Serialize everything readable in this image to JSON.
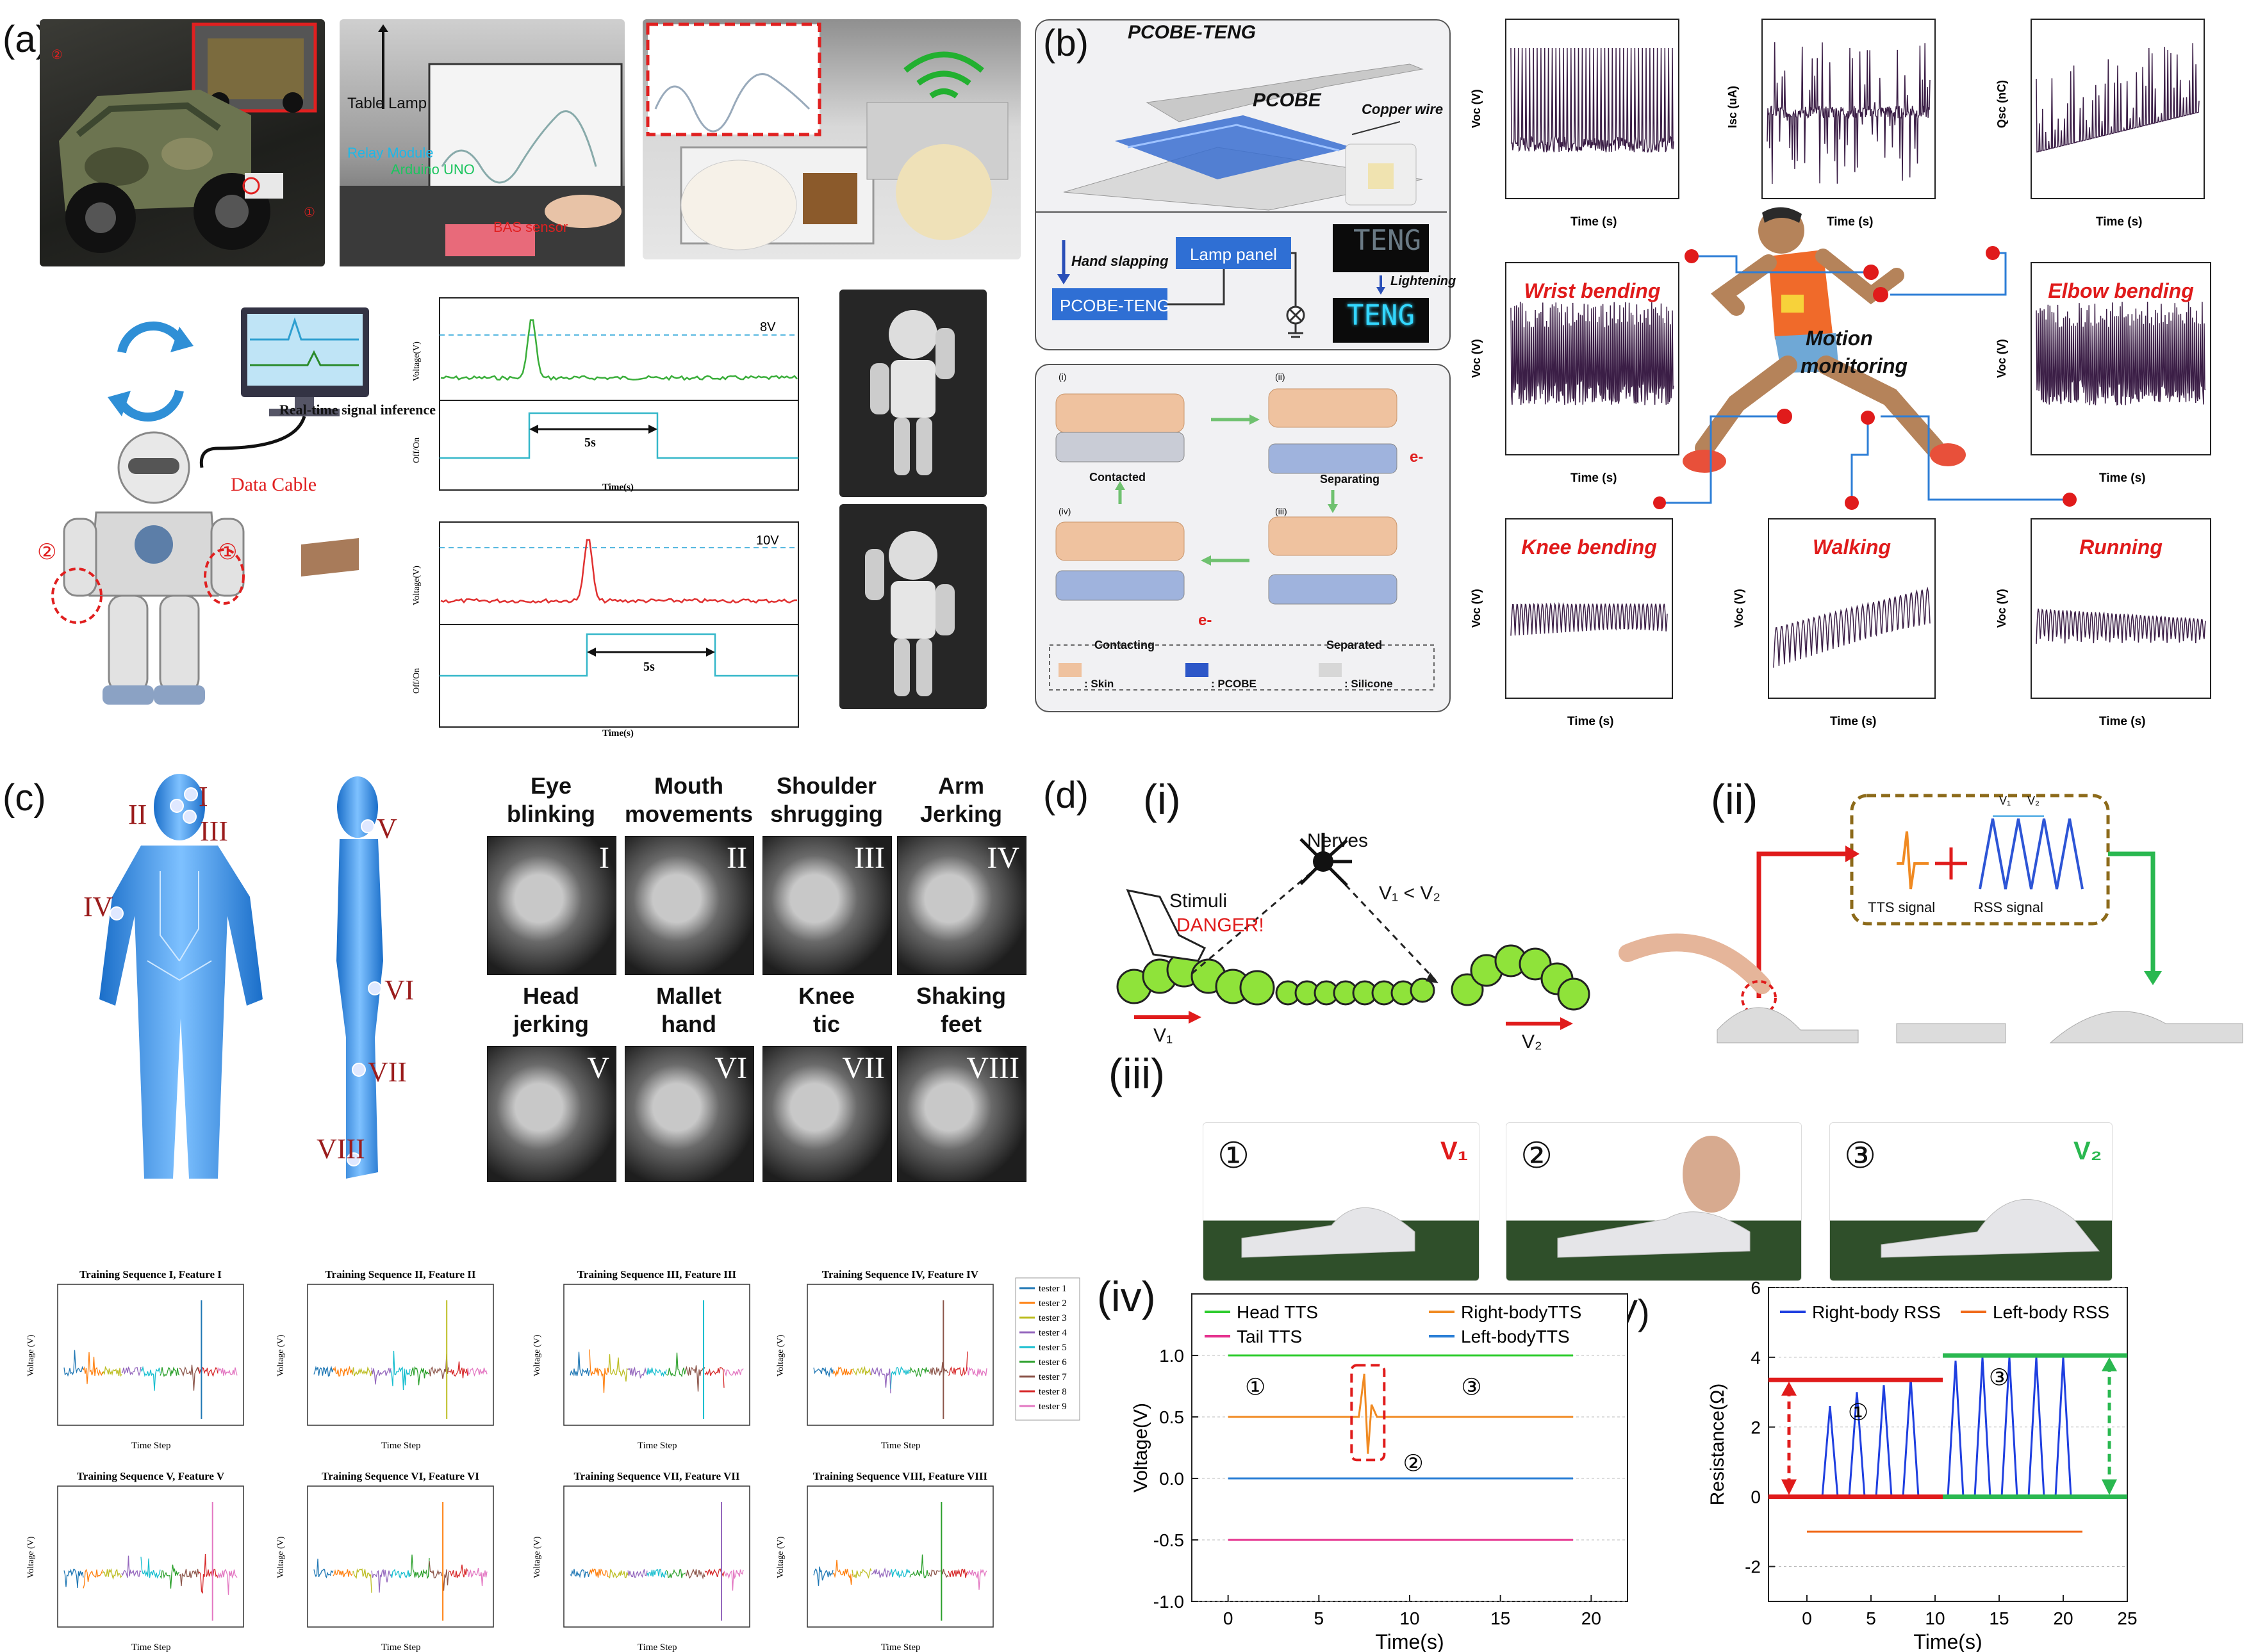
{
  "panels": {
    "a": "(a)",
    "b": "(b)",
    "c": "(c)",
    "d": "(d)"
  },
  "panel_a": {
    "table_lamp": "Table Lamp",
    "relay_module": "Relay Module",
    "arduino_uno": "Arduino UNO",
    "bas_sensor": "BAS sensor",
    "realtime": "Real-time signal inference",
    "data_cable": "Data Cable",
    "marker1": "①",
    "marker2": "②",
    "top_chart": {
      "threshold": "8V",
      "duration": "5s",
      "ylabel1": "Voltage(V)",
      "ylabel2": "Off/On",
      "xlabel": "Time(s)"
    },
    "bottom_chart": {
      "threshold": "10V",
      "duration": "5s",
      "ylabel1": "Voltage(V)",
      "ylabel2": "Off/On",
      "xlabel": "Time(s)"
    }
  },
  "panel_b": {
    "device_title": "PCOBE-TENG",
    "pcobe": "PCOBE",
    "copper_wire": "Copper wire",
    "hand_slapping": "Hand slapping",
    "pcobe_teng": "PCOBE-TENG",
    "lamp_panel": "Lamp panel",
    "lightening": "Lightening",
    "teng": "TENG",
    "steps": [
      "(i)",
      "(ii)",
      "(iii)",
      "(iv)"
    ],
    "contacted": "Contacted",
    "separating": "Separating",
    "separated": "Separated",
    "contacting": "Contacting",
    "legend": {
      "skin": ": Skin",
      "pcobe": ": PCOBE",
      "silicone": ": Silicone"
    },
    "electron": "e-",
    "motion": "Motion",
    "monitoring": "monitoring",
    "labels": {
      "wrist": "Wrist bending",
      "elbow": "Elbow bending",
      "knee": "Knee bending",
      "walking": "Walking",
      "running": "Running"
    },
    "ylabels": {
      "voc": "Voc (V)",
      "isc": "Isc (uA)",
      "qsc": "Qsc (nC)"
    },
    "xlabel": "Time (s)"
  },
  "panel_c": {
    "roman": [
      "I",
      "II",
      "III",
      "IV",
      "V",
      "VI",
      "VII",
      "VIII"
    ],
    "gestures": [
      {
        "l1": "Eye",
        "l2": "blinking",
        "tag": "I"
      },
      {
        "l1": "Mouth",
        "l2": "movements",
        "tag": "II"
      },
      {
        "l1": "Shoulder",
        "l2": "shrugging",
        "tag": "III"
      },
      {
        "l1": "Arm",
        "l2": "Jerking",
        "tag": "IV"
      },
      {
        "l1": "Head",
        "l2": "jerking",
        "tag": "V"
      },
      {
        "l1": "Mallet",
        "l2": "hand",
        "tag": "VI"
      },
      {
        "l1": "Knee",
        "l2": "tic",
        "tag": "VII"
      },
      {
        "l1": "Shaking",
        "l2": "feet",
        "tag": "VIII"
      }
    ],
    "seq_titles": [
      "Training Sequence I, Feature I",
      "Training Sequence II, Feature II",
      "Training Sequence III, Feature III",
      "Training Sequence IV, Feature IV",
      "Training Sequence V, Feature V",
      "Training Sequence VI, Feature VI",
      "Training Sequence VII, Feature VII",
      "Training Sequence VIII, Feature VIII"
    ],
    "ylabel": "Voltage (V)",
    "xlabel": "Time Step",
    "testers": [
      "tester 1",
      "tester 2",
      "tester 3",
      "tester 4",
      "tester 5",
      "tester 6",
      "tester 7",
      "tester 8",
      "tester 9"
    ],
    "tester_colors": [
      "#1f77b4",
      "#ff7f0e",
      "#bcbd22",
      "#9467bd",
      "#17becf",
      "#2ca02c",
      "#8c564b",
      "#d62728",
      "#e377c2"
    ]
  },
  "panel_d": {
    "sub": [
      "(i)",
      "(ii)",
      "(iii)",
      "(iv)",
      "(V)"
    ],
    "stimuli": "Stimuli",
    "danger": "DANGER!",
    "nerves": "Nerves",
    "v_compare": "V₁ < V₂",
    "v1": "V₁",
    "v2": "V₂",
    "tts_signal": "TTS signal",
    "rss_signal": "RSS signal",
    "photo_nums": [
      "①",
      "②",
      "③"
    ]
  },
  "chart_data": [
    {
      "type": "line",
      "title": "",
      "xlabel": "Time(s)",
      "ylabel": "Voltage(V)",
      "xlim": [
        -2,
        22
      ],
      "ylim": [
        -1.0,
        1.5
      ],
      "xticks": [
        0,
        5,
        10,
        15,
        20
      ],
      "yticks": [
        -1.0,
        -0.5,
        0.0,
        0.5,
        1.0
      ],
      "series": [
        {
          "name": "Head TTS",
          "color": "#2ecc2e",
          "x": [
            0,
            19
          ],
          "y": [
            1.0,
            1.0
          ]
        },
        {
          "name": "Tail    TTS",
          "color": "#e5338f",
          "x": [
            0,
            19
          ],
          "y": [
            -0.5,
            -0.5
          ]
        },
        {
          "name": "Right-bodyTTS",
          "color": "#f08a22",
          "x": [
            0,
            7.2,
            7.5,
            7.7,
            7.9,
            8.2,
            19
          ],
          "y": [
            0.5,
            0.5,
            0.85,
            0.2,
            0.6,
            0.5,
            0.5
          ]
        },
        {
          "name": "Left-bodyTTS",
          "color": "#2b7fd6",
          "x": [
            0,
            19
          ],
          "y": [
            0.0,
            0.0
          ]
        }
      ],
      "annotations": [
        "①",
        "②",
        "③"
      ]
    },
    {
      "type": "line",
      "title": "",
      "xlabel": "Time(s)",
      "ylabel": "Resistance(Ω)",
      "xlim": [
        -3,
        25
      ],
      "ylim": [
        -3,
        6
      ],
      "xticks": [
        0,
        5,
        10,
        15,
        20,
        25
      ],
      "yticks": [
        -2,
        0,
        2,
        4,
        6
      ],
      "series": [
        {
          "name": "Right-body RSS",
          "color": "#1f3fe0",
          "x": [
            0,
            1.2,
            1.8,
            2.4,
            3.3,
            3.9,
            4.5,
            5.4,
            6.0,
            6.6,
            7.5,
            8.1,
            8.7,
            9.6,
            10.6,
            11.0,
            11.6,
            12.2,
            13.1,
            13.7,
            14.3,
            15.2,
            15.8,
            16.4,
            17.3,
            17.9,
            18.5,
            19.4,
            20.0,
            20.6,
            21.5
          ],
          "y": [
            0,
            0,
            2.6,
            0,
            0,
            3.0,
            0,
            0,
            3.2,
            0,
            0,
            3.4,
            0,
            0,
            0,
            0,
            3.9,
            0,
            0,
            4.0,
            0,
            0,
            4.0,
            0,
            0,
            4.0,
            0,
            0,
            4.0,
            0,
            0
          ]
        },
        {
          "name": "Left-body RSS",
          "color": "#f06a1a",
          "x": [
            0,
            21.5
          ],
          "y": [
            -1.0,
            -1.0
          ]
        }
      ],
      "annotations": [
        "①",
        "③"
      ]
    }
  ]
}
